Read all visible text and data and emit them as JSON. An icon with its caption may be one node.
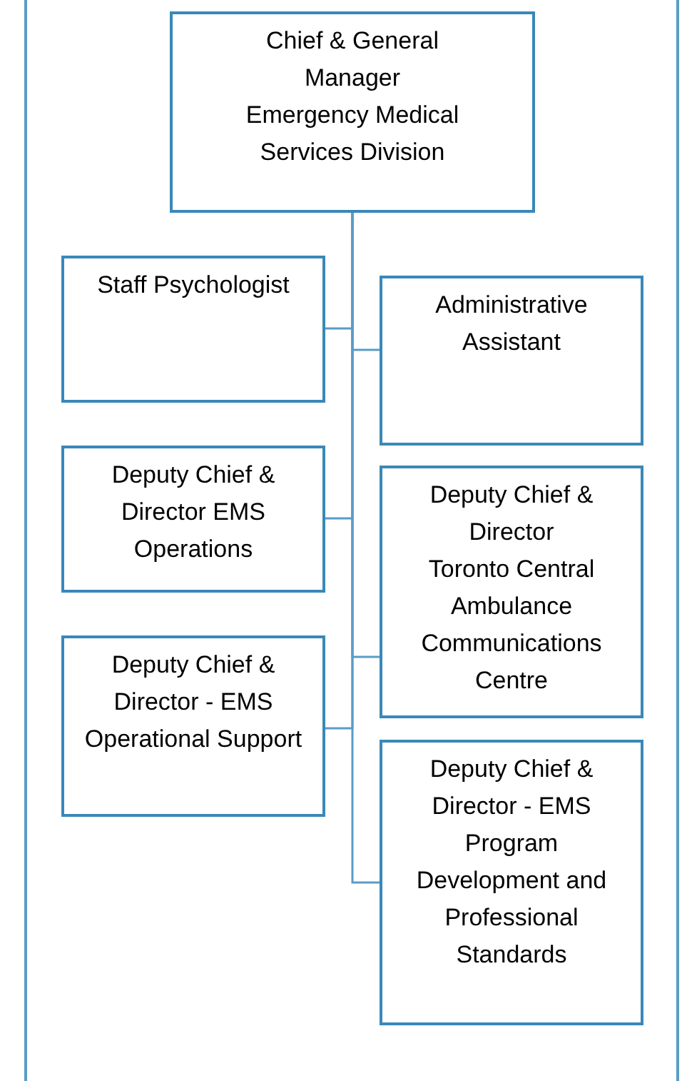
{
  "diagram": {
    "nodes": [
      {
        "text": [
          "Chief & General Manager",
          "Emergency Medical Services Division"
        ]
      },
      {
        "text": [
          "Staff Psychologist"
        ]
      },
      {
        "text": [
          "Administrative Assistant"
        ]
      },
      {
        "text": [
          "Deputy Chief & Director EMS Operations"
        ]
      },
      {
        "text": [
          "Deputy Chief & Director",
          "Toronto Central Ambulance Communications Centre"
        ]
      },
      {
        "text": [
          "Deputy Chief & Director - EMS Operational Support"
        ]
      },
      {
        "text": [
          "Deputy Chief & Director - EMS Program Development and Professional Standards"
        ]
      }
    ],
    "edges": [
      {
        "from": 0,
        "to": 1,
        "arrow": "none"
      },
      {
        "from": 0,
        "to": 2,
        "arrow": "none"
      },
      {
        "from": 0,
        "to": 3,
        "arrow": "none"
      },
      {
        "from": 0,
        "to": 4,
        "arrow": "none"
      },
      {
        "from": 0,
        "to": 5,
        "arrow": "none"
      },
      {
        "from": 0,
        "to": 6,
        "arrow": "none"
      }
    ]
  }
}
